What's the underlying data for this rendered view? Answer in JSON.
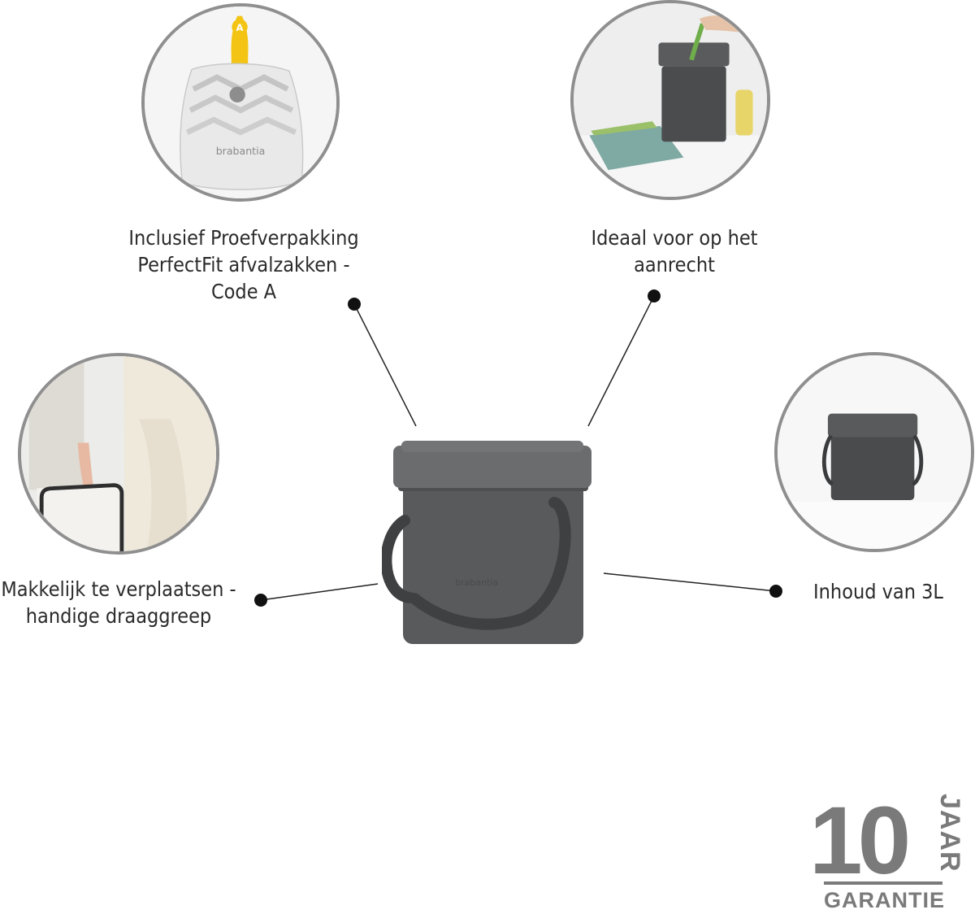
{
  "features": [
    {
      "id": "bags",
      "lines": [
        "Inclusief Proefverpakking",
        "PerfectFit afvalzakken -",
        "Code A"
      ],
      "photo_icon": "perfectfit-bag-photo",
      "bag_code": "A",
      "bag_brand": "brabantia"
    },
    {
      "id": "counter",
      "lines": [
        "Ideaal voor op het",
        "aanrecht"
      ],
      "photo_icon": "countertop-bin-photo"
    },
    {
      "id": "carry",
      "lines": [
        "Makkelijk te verplaatsen -",
        "handige draaggreep"
      ],
      "photo_icon": "carry-handle-photo"
    },
    {
      "id": "capacity",
      "lines": [
        "Inhoud van 3L"
      ],
      "photo_icon": "bin-closeup-photo"
    }
  ],
  "product": {
    "icon": "waste-bin-icon",
    "brand": "brabantia",
    "color": "#595a5c",
    "lid_color": "#6b6c6e"
  },
  "guarantee": {
    "number": "10",
    "word_vertical": "JAAR",
    "word_bottom": "GARANTIE",
    "color": "#7a7a7a"
  },
  "colors": {
    "connector": "#222222",
    "photo_border": "#8f8f8f",
    "text": "#2b2b2b"
  }
}
